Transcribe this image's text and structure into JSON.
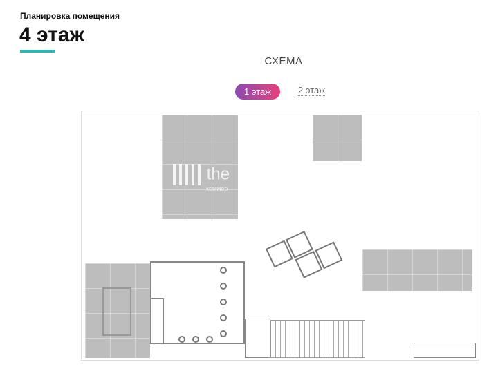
{
  "header": {
    "subtitle": "Планировка помещения",
    "title": "4 этаж"
  },
  "scheme": {
    "label": "СХЕМА",
    "tabs": [
      {
        "label": "1 этаж",
        "active": true
      },
      {
        "label": "2 этаж",
        "active": false
      }
    ]
  },
  "watermark": {
    "text": "the",
    "sub": "коммер"
  },
  "colors": {
    "accent": "#2fb5b0",
    "tab_gradient": [
      "#8a4bb0",
      "#e9407e"
    ],
    "occupied": "#bdbdbd"
  }
}
